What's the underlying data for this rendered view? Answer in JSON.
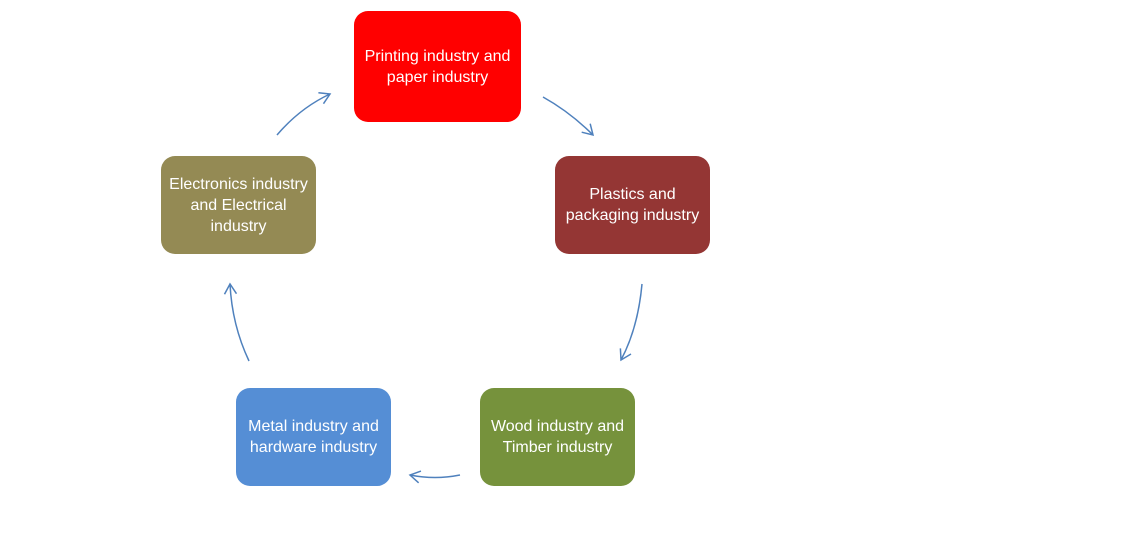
{
  "diagram": {
    "nodes": [
      {
        "id": "printing",
        "label": "Printing industry and paper industry",
        "color": "#ff0000"
      },
      {
        "id": "plastics",
        "label": "Plastics and packaging industry",
        "color": "#943634"
      },
      {
        "id": "wood",
        "label": "Wood industry and Timber industry",
        "color": "#76923c"
      },
      {
        "id": "metal",
        "label": "Metal industry and hardware industry",
        "color": "#558ed5"
      },
      {
        "id": "electronics",
        "label": "Electronics industry and Electrical industry",
        "color": "#948a54"
      }
    ],
    "arrow_color": "#4f81bd",
    "cycle_direction": "clockwise"
  }
}
